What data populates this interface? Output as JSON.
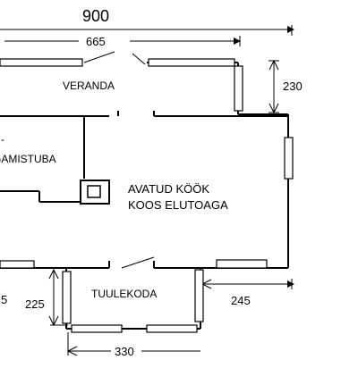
{
  "rooms": {
    "veranda": "VERANDA",
    "magamistuba": "MAGAMISTUBA",
    "kook_line1": "AVATUD KÖÖK",
    "kook_line2": "KOOS ELUTOAGA",
    "tuulekoda": "TUULEKODA"
  },
  "dimensions": {
    "total_width": "900",
    "top_inner": "665",
    "right_upper": "230",
    "left_lower": "225",
    "bottom_middle": "330",
    "bottom_right": "245",
    "left_cut": "5"
  }
}
